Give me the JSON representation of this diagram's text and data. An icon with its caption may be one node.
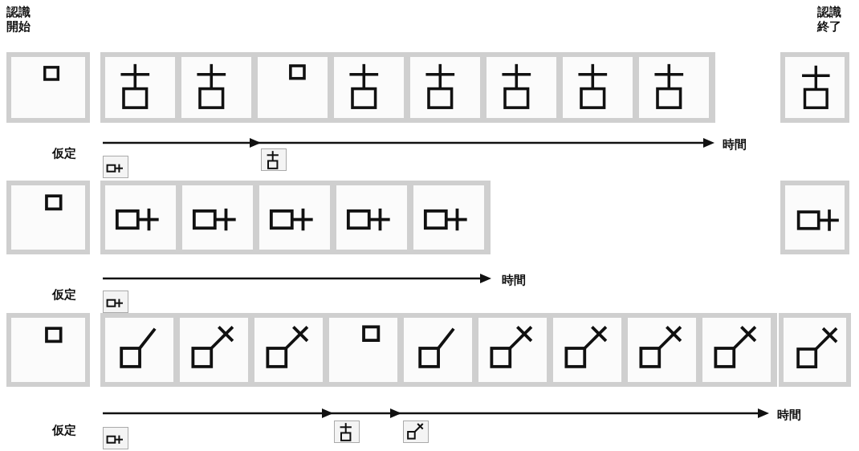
{
  "diagram": {
    "labels": [
      "認識開始",
      "認識終了",
      "仮定",
      "時間",
      "仮定",
      "時間",
      "仮定",
      "時間"
    ]
  }
}
